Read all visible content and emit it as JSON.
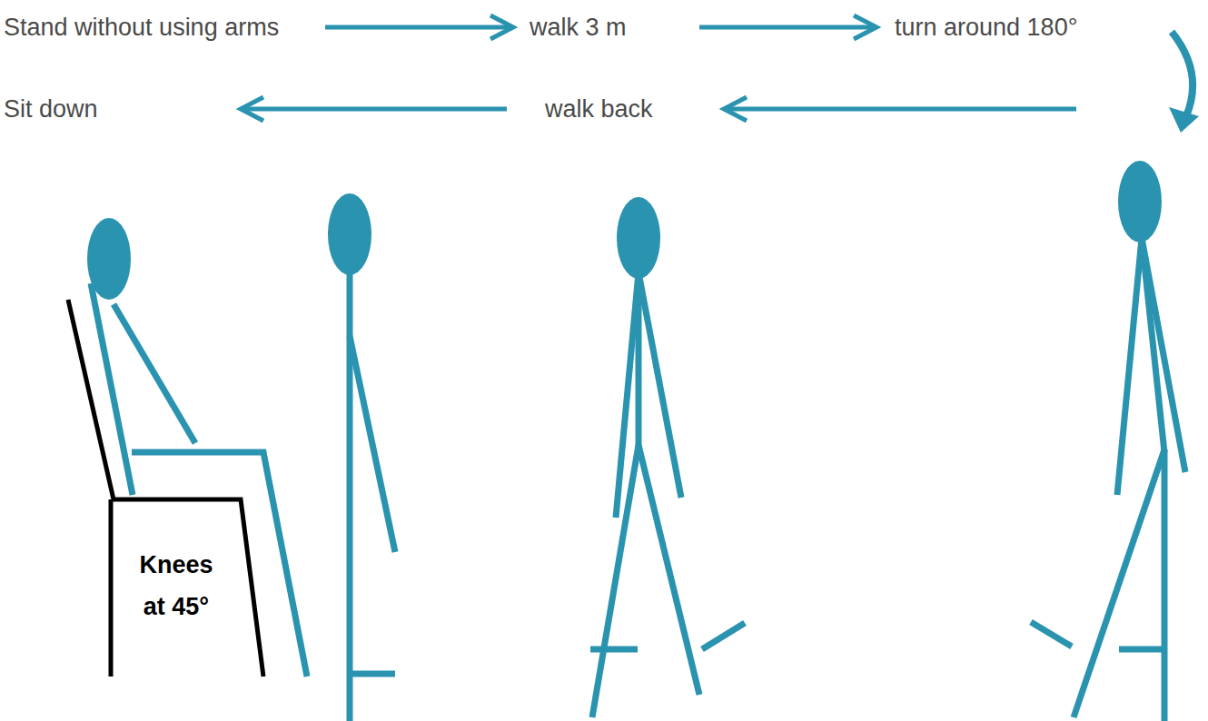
{
  "diagram": {
    "labels": [
      "Stand without using arms",
      "walk 3 m",
      "turn around 180°",
      "Sit down",
      "walk back",
      "Knees at 45°"
    ]
  }
}
